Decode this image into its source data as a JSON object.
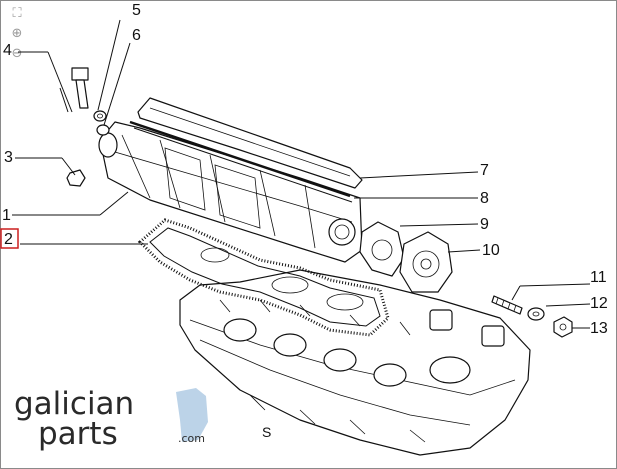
{
  "toolbar": {
    "fit_icon": "fullscreen-icon",
    "zoom_in_icon": "zoom-in-icon",
    "zoom_out_icon": "zoom-out-icon"
  },
  "callouts": [
    "1",
    "2",
    "3",
    "4",
    "5",
    "6",
    "7",
    "8",
    "9",
    "10",
    "11",
    "12",
    "13"
  ],
  "selected_callout": "2",
  "selection_color": "#cc1f1f",
  "logo": {
    "line1": "galician",
    "line2": "parts",
    "suffix": ".com",
    "accent_color": "#bcd3e8"
  },
  "marker_letter": "S"
}
